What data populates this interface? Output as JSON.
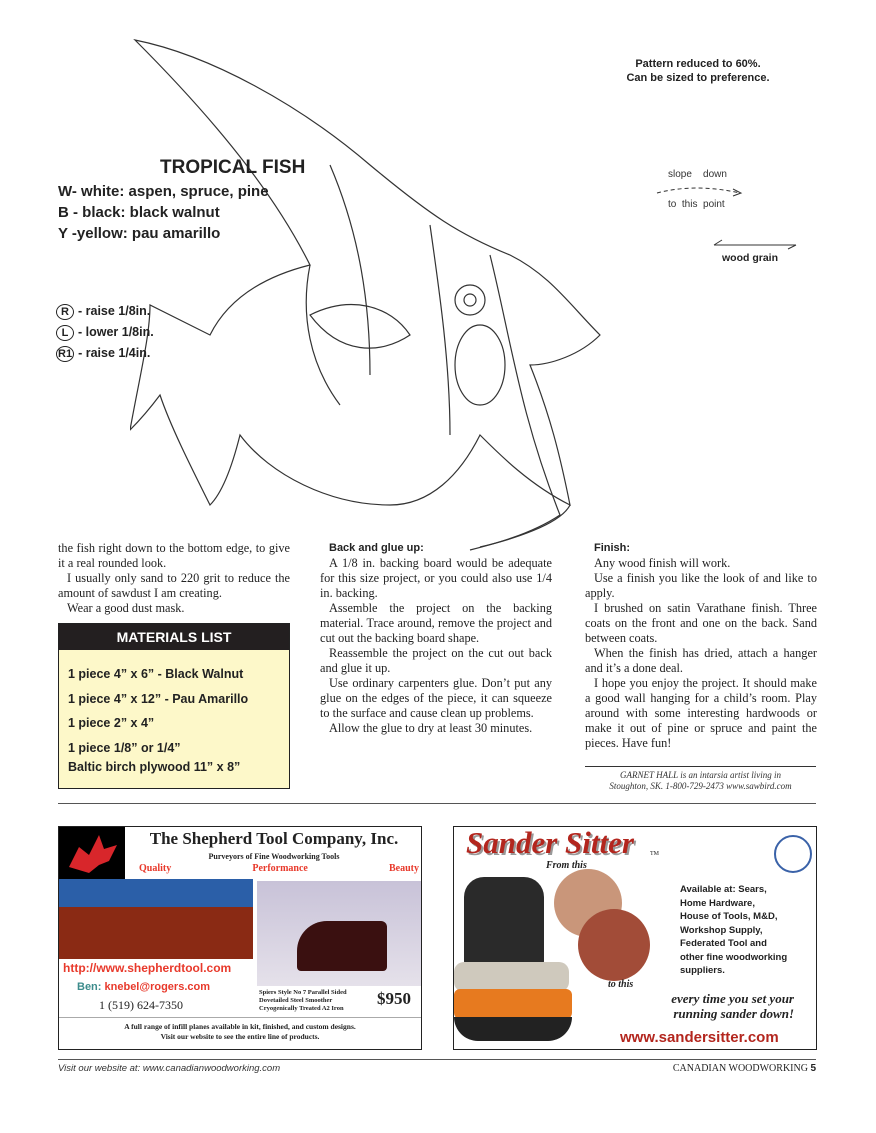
{
  "pattern_note": [
    "Pattern reduced to 60%.",
    "Can be sized to preference."
  ],
  "title": "TROPICAL FISH",
  "legend": [
    "W- white: aspen, spruce, pine",
    "B - black: black walnut",
    "Y -yellow: pau amarillo"
  ],
  "marks": [
    {
      "symbol": "R",
      "text": "- raise 1/8in."
    },
    {
      "symbol": "L",
      "text": "- lower 1/8in."
    },
    {
      "symbol": "R1",
      "text": "- raise 1/4in."
    }
  ],
  "slope": {
    "top": "slope    down",
    "bottom": "to  this  point"
  },
  "wood_grain": "wood grain",
  "col1": [
    "the fish right down to the bottom edge, to give it a real rounded look.",
    "I usually only sand to 220 grit to reduce the amount of sawdust I am creating.",
    "Wear a good dust mask."
  ],
  "materials": {
    "title": "MATERIALS LIST",
    "items": [
      "1  piece 4” x 6” - Black Walnut",
      "1  piece 4” x 12” - Pau Amarillo",
      "1  piece 2” x 4”",
      "1  piece 1/8” or 1/4”",
      "Baltic birch plywood 11” x 8”"
    ]
  },
  "col2": {
    "heading": "Back and glue up:",
    "paragraphs": [
      "A 1/8 in. backing board would be adequate for this size project, or you could also use 1/4 in. backing.",
      "Assemble the project on the backing material. Trace around, remove the project and cut out the backing board shape.",
      "Reassemble the project on the cut out back and glue it up.",
      "Use ordinary carpenters glue. Don’t put any glue on the edges of the piece, it can squeeze to the surface and cause clean up problems.",
      "Allow the glue to dry at least 30 minutes."
    ]
  },
  "col3": {
    "heading": "Finish:",
    "paragraphs": [
      "Any wood finish will work.",
      "Use a finish you like the look of and like to apply.",
      "I brushed on satin Varathane finish. Three coats on the front and one on the back. Sand between coats.",
      "When the finish has dried, attach a hanger and it’s a done deal.",
      "I hope you enjoy the project. It should make a good wall hanging for a child’s room. Play around with some interesting hardwoods or make it out of pine or spruce and paint the pieces. Have fun!"
    ]
  },
  "credit": [
    "GARNET HALL is an intarsia artist living in",
    "Stoughton, SK.  1-800-729-2473   www.sawbird.com"
  ],
  "ad_shepherd": {
    "name": "The Shepherd Tool Company, Inc.",
    "tagline": "Purveyors of Fine Woodworking Tools",
    "values": [
      "Quality",
      "Performance",
      "Beauty"
    ],
    "url": "http://www.shepherdtool.com",
    "contact_label": "Ben:",
    "email": "knebel@rogers.com",
    "phone": "1 (519) 624-7350",
    "product": [
      "Spiers Style No 7 Parallel Sided",
      "Dovetailed Steel Smoother",
      "Cryogenically Treated A2 Iron"
    ],
    "price": "$950",
    "bottom": [
      "A full range of infill planes available in kit, finished, and custom designs.",
      "Visit our website to see the entire line of products."
    ],
    "colors": {
      "red": "#e8392b",
      "teal": "#3d8c8c"
    }
  },
  "ad_sander": {
    "name": "Sander Sitter",
    "tm": "TM",
    "from": "From this",
    "to": "to this",
    "available": [
      "Available at:  Sears,",
      "Home Hardware,",
      "House of Tools, M&D,",
      "Workshop Supply,",
      "Federated Tool and",
      "other fine woodworking",
      "suppliers."
    ],
    "slogan": [
      "every time you set your",
      "running sander down!"
    ],
    "url": "www.sandersitter.com",
    "colors": {
      "brand": "#b3261e"
    }
  },
  "footer": {
    "left": "Visit our website at: www.canadianwoodworking.com",
    "magazine": "CANADIAN WOODWORKING",
    "page": "5"
  }
}
